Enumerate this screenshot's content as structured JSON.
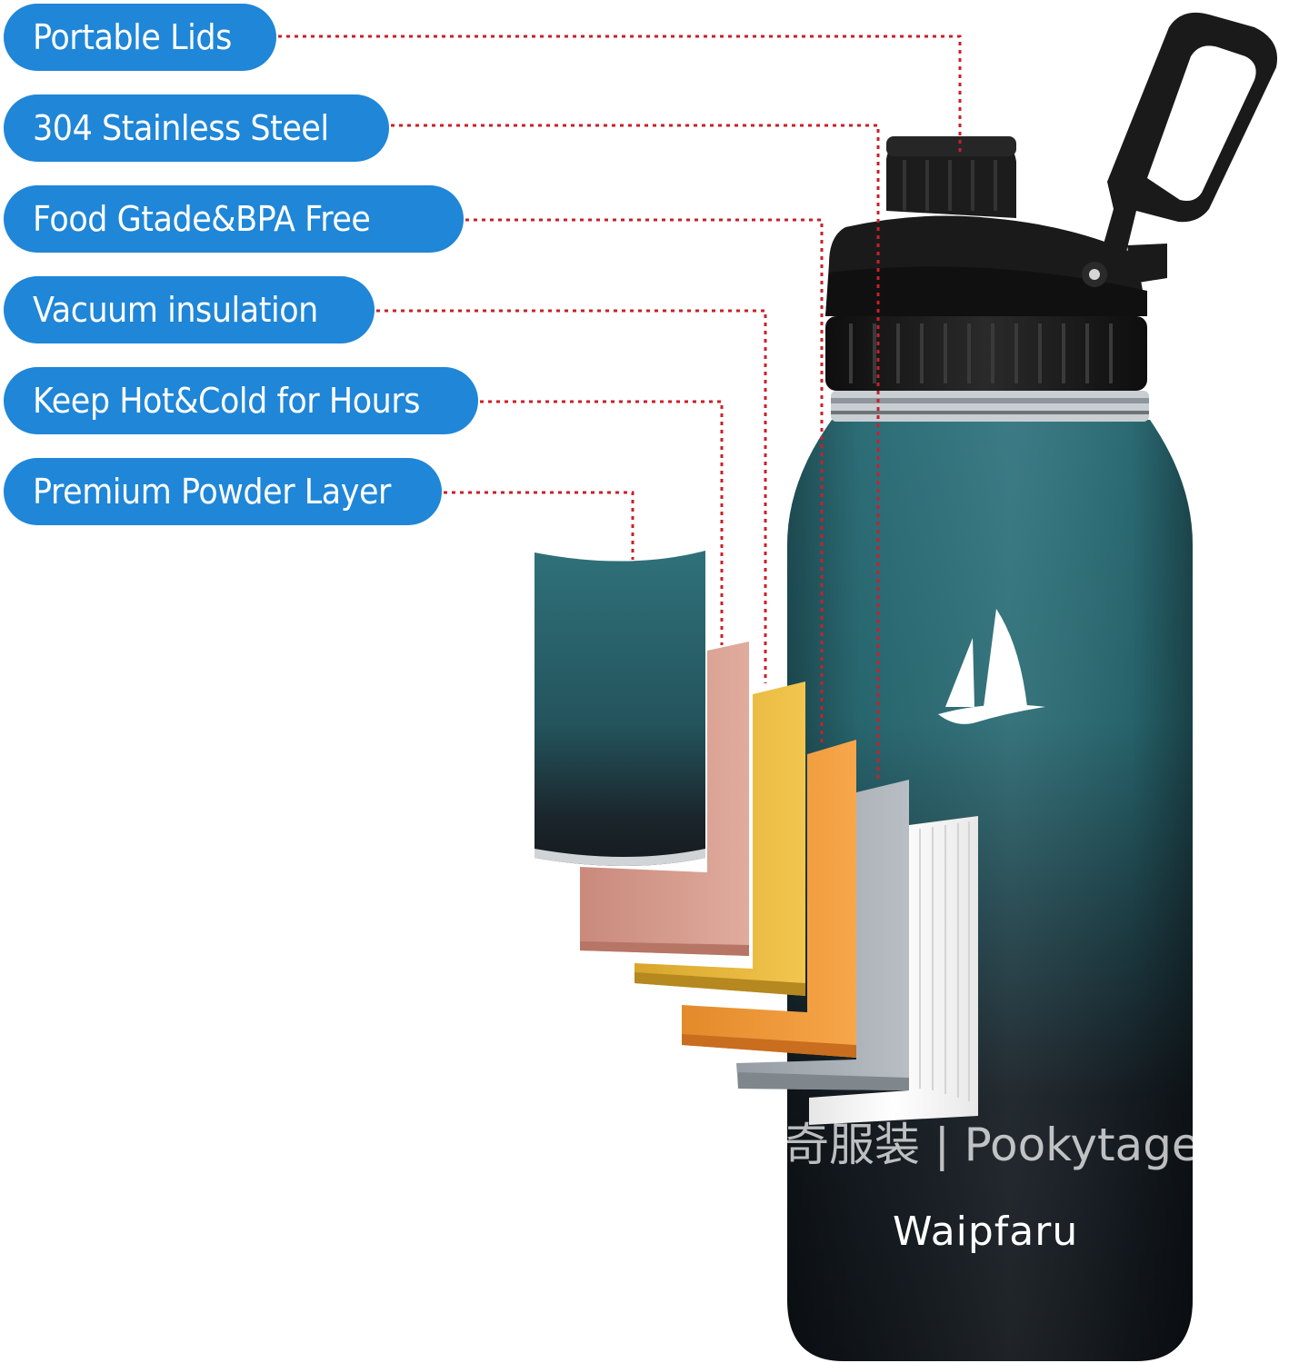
{
  "features": [
    {
      "label": "Portable Lids"
    },
    {
      "label": "304 Stainless Steel"
    },
    {
      "label": "Food Gtade&BPA Free"
    },
    {
      "label": "Vacuum insulation"
    },
    {
      "label": "Keep Hot&Cold for Hours"
    },
    {
      "label": "Premium Powder Layer"
    }
  ],
  "product": {
    "brand": "Waipfaru",
    "watermark": "奇服装 | Pookytage"
  },
  "colors": {
    "pill": "#1f86d8",
    "leader": "#c8202a",
    "bottle_top": "#2b6b75",
    "bottle_bottom": "#141a1f",
    "cap": "#1b1b1b",
    "layer_powder": "#2e6f78",
    "layer_copper": "#d49a8c",
    "layer_gold": "#e6b83c",
    "layer_orange": "#f0983a",
    "layer_steel": "#a7adb3",
    "layer_white": "#f4f4f4"
  },
  "icons": [
    "sailboat-logo-icon",
    "bottle-cap-icon"
  ]
}
